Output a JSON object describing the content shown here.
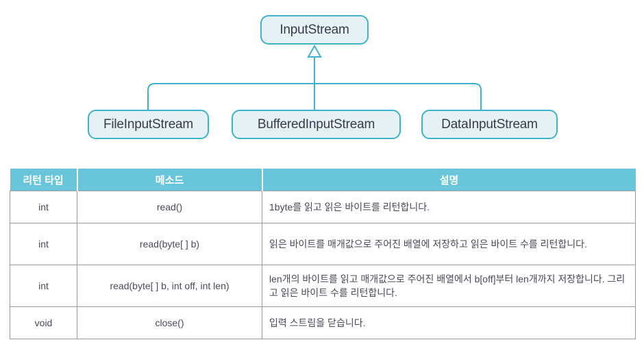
{
  "diagram": {
    "type": "uml-class-hierarchy",
    "root": {
      "label": "InputStream"
    },
    "children": [
      {
        "label": "FileInputStream"
      },
      {
        "label": "BufferedInputStream"
      },
      {
        "label": "DataInputStream"
      }
    ],
    "colors": {
      "node_fill": "#e4f2f6",
      "node_border": "#3fb2cf",
      "connector": "#3fb2cf",
      "node_text": "#3a3a4a"
    },
    "arrow": "hollow-triangle-inheritance"
  },
  "table": {
    "headers": [
      "리턴 타입",
      "메소드",
      "설명"
    ],
    "rows": [
      {
        "type": "int",
        "method": "read()",
        "description": "1byte를 읽고 읽은 바이트를 리턴합니다."
      },
      {
        "type": "int",
        "method": "read(byte[ ] b)",
        "description": "읽은 바이트를 매개값으로 주어진 배열에 저장하고 읽은 바이트 수를 리턴합니다."
      },
      {
        "type": "int",
        "method": "read(byte[ ] b, int off, int len)",
        "description": "len개의 바이트를 읽고 매개값으로 주어진 배열에서  b[off]부터 len개까지 저장합니다. 그리고 읽은 바이트 수를 리턴합니다."
      },
      {
        "type": "void",
        "method": "close()",
        "description": "입력 스트림을 닫습니다."
      }
    ],
    "colors": {
      "header_bg": "#69c6da",
      "header_text": "#ffffff",
      "body_text": "#4a4a58",
      "grid": "#9a9a9a"
    }
  }
}
